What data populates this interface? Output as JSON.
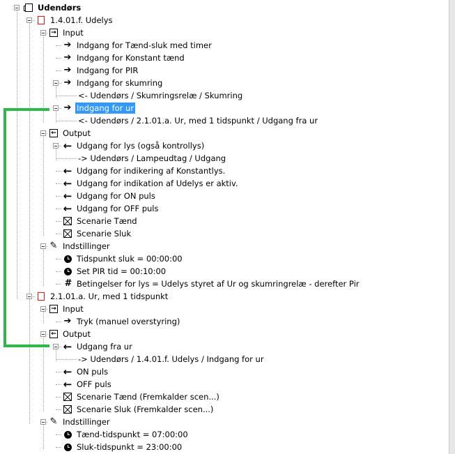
{
  "tree": [
    {
      "label": "Udendørs",
      "icon": "panel-icon",
      "level": 0,
      "expander": true,
      "bold": true
    },
    {
      "label": "1.4.01.f. Udelys",
      "icon": "module-icon",
      "level": 1,
      "expander": true
    },
    {
      "label": "Input",
      "icon": "input-icon",
      "level": 2,
      "expander": true
    },
    {
      "label": "Indgang for Tænd-sluk med timer",
      "icon": "arrow-right-icon",
      "level": 3
    },
    {
      "label": "Indgang for Konstant tænd",
      "icon": "arrow-right-icon",
      "level": 3
    },
    {
      "label": "Indgang for PIR",
      "icon": "arrow-right-icon",
      "level": 3
    },
    {
      "label": "Indgang for skumring",
      "icon": "arrow-right-icon",
      "level": 3,
      "expander": true
    },
    {
      "label": "<-  Udendørs / Skumringsrelæ / Skumring",
      "icon": "",
      "level": 4
    },
    {
      "label": "Indgang for ur",
      "icon": "arrow-right-icon",
      "level": 3,
      "expander": true,
      "selected": true
    },
    {
      "label": "<-  Udendørs / 2.1.01.a. Ur, med 1 tidspunkt / Udgang fra ur",
      "icon": "",
      "level": 4
    },
    {
      "label": "Output",
      "icon": "output-icon",
      "level": 2,
      "expander": true
    },
    {
      "label": "Udgang for lys (også kontrollys)",
      "icon": "arrow-left-icon",
      "level": 3,
      "expander": true
    },
    {
      "label": "->  Udendørs / Lampeudtag / Udgang",
      "icon": "",
      "level": 4
    },
    {
      "label": "Udgang for indikering af Konstantlys.",
      "icon": "arrow-left-icon",
      "level": 3
    },
    {
      "label": "Udgang for indikation af Udelys er aktiv.",
      "icon": "arrow-left-icon",
      "level": 3
    },
    {
      "label": "Udgang for ON puls",
      "icon": "arrow-left-icon",
      "level": 3
    },
    {
      "label": "Udgang for OFF puls",
      "icon": "arrow-left-icon",
      "level": 3
    },
    {
      "label": "Scenarie Tænd",
      "icon": "scene-icon",
      "level": 3
    },
    {
      "label": "Scenarie Sluk",
      "icon": "scene-icon",
      "level": 3
    },
    {
      "label": "Indstillinger",
      "icon": "settings-icon",
      "level": 2,
      "expander": true
    },
    {
      "label": "Tidspunkt sluk = 00:00:00",
      "icon": "clock-icon",
      "level": 3
    },
    {
      "label": "Set PIR tid = 00:10:00",
      "icon": "clock-icon",
      "level": 3
    },
    {
      "label": "Betingelser for lys = Udelys styret af Ur og skumringrelæ - derefter Pir",
      "icon": "hash-icon",
      "level": 3
    },
    {
      "label": "2.1.01.a. Ur, med 1 tidspunkt",
      "icon": "module-icon",
      "level": 1,
      "expander": true
    },
    {
      "label": "Input",
      "icon": "input-icon",
      "level": 2,
      "expander": true
    },
    {
      "label": "Tryk (manuel overstyring)",
      "icon": "arrow-right-icon",
      "level": 3
    },
    {
      "label": "Output",
      "icon": "output-icon",
      "level": 2,
      "expander": true
    },
    {
      "label": "Udgang fra ur",
      "icon": "arrow-left-icon",
      "level": 3,
      "expander": true
    },
    {
      "label": "->  Udendørs / 1.4.01.f. Udelys / Indgang for ur",
      "icon": "",
      "level": 4
    },
    {
      "label": "ON puls",
      "icon": "arrow-left-icon",
      "level": 3
    },
    {
      "label": "OFF puls",
      "icon": "arrow-left-icon",
      "level": 3
    },
    {
      "label": "Scenarie Tænd (Fremkalder scen...)",
      "icon": "scene-icon",
      "level": 3
    },
    {
      "label": "Scenarie Sluk (Fremkalder scen...)",
      "icon": "scene-icon",
      "level": 3
    },
    {
      "label": "Indstillinger",
      "icon": "settings-icon",
      "level": 2,
      "expander": true
    },
    {
      "label": "Tænd-tidspunkt = 07:00:00",
      "icon": "clock-icon",
      "level": 3
    },
    {
      "label": "Sluk-tidspunkt = 23:00:00",
      "icon": "clock-icon",
      "level": 3
    }
  ],
  "colors": {
    "selection": "#3399ff",
    "link_line": "#2db84a",
    "module_border": "#e11111"
  }
}
